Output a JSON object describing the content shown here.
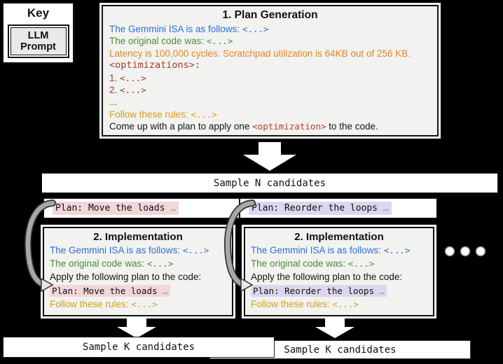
{
  "colors": {
    "background": "#000000",
    "isa_blue": "#2f6fd6",
    "code_green": "#4a8b3d",
    "latency_orange": "#e0862a",
    "optimizations_red": "#a8392f",
    "token_red": "#c0392b",
    "rules_gold": "#d4a017",
    "plan_pink_highlight": "#f3d6da",
    "plan_purple_highlight": "#dcd6ee",
    "prompt_box_bg": "#f2f2f0"
  },
  "key": {
    "title": "Key",
    "llm_prompt_label": "LLM Prompt"
  },
  "plan_generation": {
    "title": "1. Plan Generation",
    "isa_label": "The Gemmini ISA is as follows: ",
    "isa_token": "<...>",
    "code_label": "The original code was: ",
    "code_token": "<...>",
    "latency_line": "Latency is 100,000 cycles. Scratchpad utilization is 64KB out of 256 KB.",
    "optimizations_header": "<optimizations>:",
    "item1_prefix": "1. ",
    "item1_token": "<...>",
    "item2_prefix": "2. ",
    "item2_token": "<...>",
    "more_items": "...",
    "rules_label": "Follow these rules: ",
    "rules_token": "<...>",
    "final_prefix": "Come up with a plan to apply one ",
    "final_token": "<optimization>",
    "final_suffix": " to the code."
  },
  "sample_n": {
    "label": "Sample N candidates"
  },
  "plan_candidates": [
    {
      "text": "Plan: Move the loads",
      "ellipsis": " …"
    },
    {
      "text": "Plan: Reorder the loops",
      "ellipsis": " …"
    }
  ],
  "implementation_boxes": [
    {
      "title": "2. Implementation",
      "isa_label": "The Gemmini ISA is as follows: ",
      "isa_token": "<...>",
      "code_label": "The original code was: ",
      "code_token": "<...>",
      "apply_line": "Apply the following plan to the code:",
      "plan_text": "Plan: Move the loads",
      "plan_ellipsis": " …",
      "rules_label": "Follow these rules: ",
      "rules_token": "<...>"
    },
    {
      "title": "2. Implementation",
      "isa_label": "The Gemmini ISA is as follows: ",
      "isa_token": "<...>",
      "code_label": "The original code was: ",
      "code_token": "<...>",
      "apply_line": "Apply the following plan to the code:",
      "plan_text": "Plan: Reorder the loops",
      "plan_ellipsis": " …",
      "rules_label": "Follow these rules: ",
      "rules_token": "<...>"
    }
  ],
  "sample_k": [
    {
      "label": "Sample K candidates"
    },
    {
      "label": "Sample K candidates"
    }
  ]
}
